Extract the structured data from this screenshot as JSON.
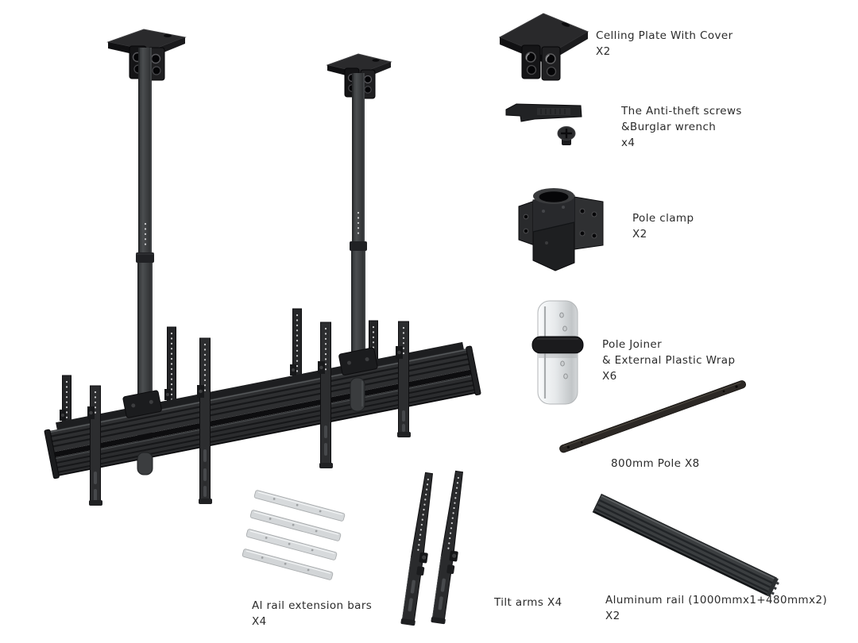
{
  "page": {
    "background": "#ffffff",
    "description": "Ceiling TV mount kit parts diagram"
  },
  "colors": {
    "text": "#2b2b2b",
    "part_black": "#232325",
    "part_gray": "#3f4143",
    "part_white": "#e9ebed"
  },
  "parts": {
    "ceiling_plate": {
      "line1": "Celling Plate With Cover",
      "line2": "X2"
    },
    "anti_theft": {
      "line1": "The Anti-theft screws",
      "line2": "&Burglar wrench",
      "line3": "x4"
    },
    "pole_clamp": {
      "line1": "Pole clamp",
      "line2": "X2"
    },
    "pole_joiner": {
      "line1": "Pole Joiner",
      "line2": "& External Plastic Wrap",
      "line3": "X6"
    },
    "pole_800": {
      "line1": "800mm Pole X8"
    },
    "al_rail_extension": {
      "line1": "Al rail extension bars",
      "line2": "X4"
    },
    "tilt_arms": {
      "line1": "Tilt arms X4"
    },
    "aluminum_rail": {
      "line1": "Aluminum rail (1000mmx1+480mmx2)",
      "line2": "X2"
    }
  }
}
